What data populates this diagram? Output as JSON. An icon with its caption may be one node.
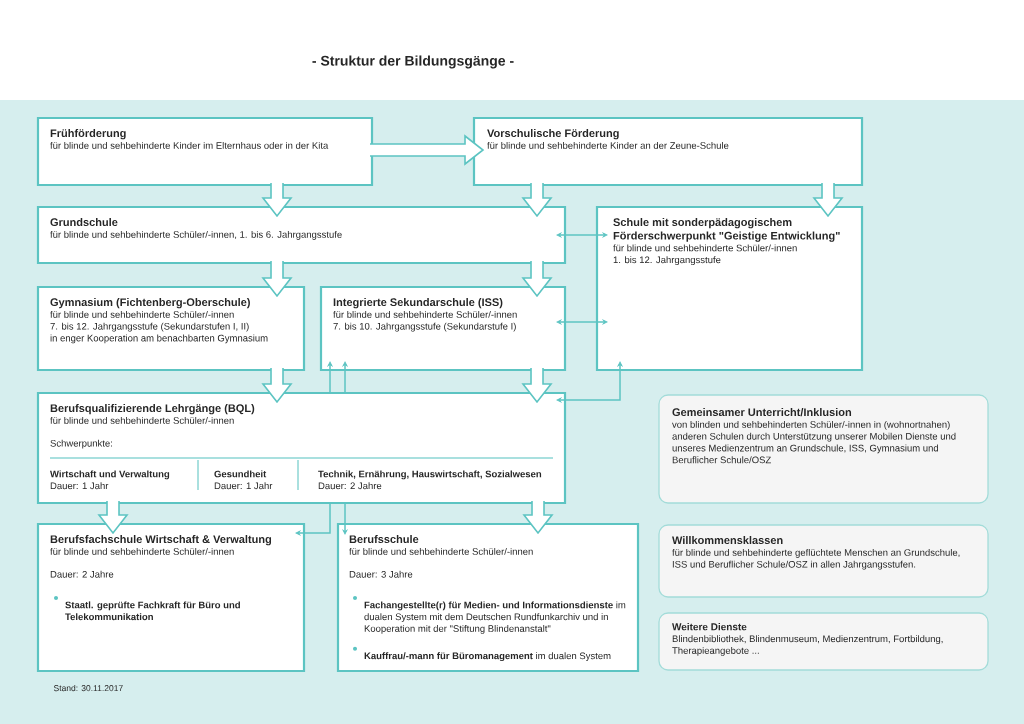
{
  "diagram": {
    "title": "- Struktur der Bildungsgänge -",
    "nodes": [
      {
        "text": [
          "Frühförderung",
          "für blinde und sehbehinderte Kinder im Elternhaus oder in der Kita"
        ]
      },
      {
        "text": [
          "Vorschulische Förderung",
          "für blinde und sehbehinderte Kinder an der Zeune-Schule"
        ]
      },
      {
        "text": [
          "Grundschule",
          "für blinde und sehbehinderte Schüler/-innen, 1. bis 6. Jahrgangsstufe"
        ]
      },
      {
        "text": [
          "Schule mit sonderpädagogischem Förderschwerpunkt \"Geistige Entwicklung\"",
          "für blinde und sehbehinderte Schüler/-innen",
          "1. bis 12. Jahrgangsstufe"
        ]
      },
      {
        "text": [
          "Gymnasium (Fichtenberg-Oberschule)",
          "für blinde und sehbehinderte Schüler/-innen",
          "7. bis 12. Jahrgangsstufe (Sekundarstufen I, II)",
          "in enger Kooperation am benachbarten Gymnasium"
        ]
      },
      {
        "text": [
          "Integrierte Sekundarschule (ISS)",
          "für blinde und sehbehinderte Schüler/-innen",
          "7. bis 10. Jahrgangsstufe (Sekundarstufe I)"
        ]
      },
      {
        "text": [
          "Berufsqualifizierende Lehrgänge (BQL)",
          "für blinde und sehbehinderte Schüler/-innen",
          "Schwerpunkte:",
          "Wirtschaft und Verwaltung",
          "Dauer: 1 Jahr",
          "Gesundheit",
          "Dauer: 1 Jahr",
          "Technik, Ernährung, Hauswirtschaft, Sozialwesen",
          "Dauer: 2 Jahre"
        ]
      },
      {
        "text": [
          "Berufsfachschule Wirtschaft & Verwaltung",
          "für blinde und sehbehinderte Schüler/-innen",
          "Dauer: 2 Jahre",
          "Staatl. geprüfte Fachkraft für Büro und Telekommunikation"
        ]
      },
      {
        "text": [
          "Berufsschule",
          "für blinde und sehbehinderte Schüler/-innen",
          "Dauer: 3 Jahre",
          "**Fachangestellte(r) für Medien- und Informationsdienste** im dualen System mit dem Deutschen Rundfunkarchiv und in Kooperation mit der \"Stiftung Blindenanstalt\"",
          "**Kauffrau/-mann für Büromanagement** im dualen System"
        ]
      },
      {
        "text": [
          "Gemeinsamer Unterricht/Inklusion",
          "von blinden und sehbehinderten Schüler/-innen in (wohnortnahen) anderen Schulen durch Unterstützung unserer Mobilen Dienste und unseres Medienzentrum an Grundschule, ISS, Gymnasium und Beruflicher Schule/OSZ"
        ]
      },
      {
        "text": [
          "Willkommensklassen",
          "für blinde und sehbehinderte geflüchtete Menschen an Grundschule, ISS und Beruflicher Schule/OSZ in allen Jahrgangsstufen."
        ]
      },
      {
        "text": [
          "Weitere Dienste",
          "Blindenbibliothek, Blindenmuseum, Medienzentrum, Fortbildung, Therapieangebote ..."
        ]
      }
    ],
    "edges": [
      {
        "from": 0,
        "to": 1,
        "arrow": "to"
      },
      {
        "from": 0,
        "to": 2,
        "arrow": "to"
      },
      {
        "from": 1,
        "to": 2,
        "arrow": "to"
      },
      {
        "from": 1,
        "to": 3,
        "arrow": "to"
      },
      {
        "from": 2,
        "to": 3,
        "arrow": "both"
      },
      {
        "from": 2,
        "to": 4,
        "arrow": "to"
      },
      {
        "from": 2,
        "to": 5,
        "arrow": "to"
      },
      {
        "from": 5,
        "to": 3,
        "arrow": "both"
      },
      {
        "from": 4,
        "to": 6,
        "arrow": "to"
      },
      {
        "from": 5,
        "to": 6,
        "arrow": "to"
      },
      {
        "from": 6,
        "to": 3,
        "arrow": "both"
      },
      {
        "from": 6,
        "to": 5,
        "arrow": "to"
      },
      {
        "from": 6,
        "to": 5,
        "arrow": "to"
      },
      {
        "from": 6,
        "to": 7,
        "arrow": "to"
      },
      {
        "from": 6,
        "to": 8,
        "arrow": "to"
      },
      {
        "from": 6,
        "to": 7,
        "arrow": "to"
      },
      {
        "from": 6,
        "to": 8,
        "arrow": "to"
      }
    ],
    "labels": [
      "Stand: 30.11.2017"
    ]
  }
}
